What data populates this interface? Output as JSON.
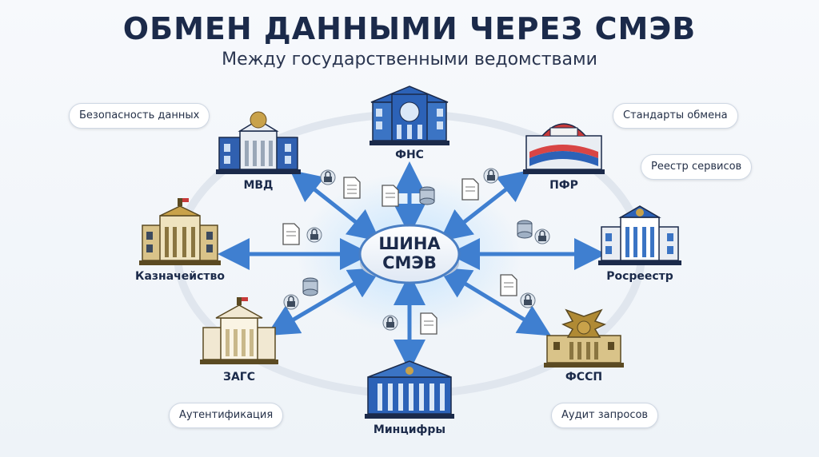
{
  "header": {
    "title": "ОБМЕН ДАННЫМИ ЧЕРЕЗ СМЭВ",
    "subtitle": "Между государственными ведомствами"
  },
  "hub": {
    "line1": "ШИНА",
    "line2": "СМЭВ"
  },
  "agencies": {
    "fns": "ФНС",
    "mvd": "МВД",
    "pfr": "ПФР",
    "treasury": "Казначейство",
    "rosreestr": "Росреестр",
    "zags": "ЗАГС",
    "fssp": "ФССП",
    "mintsifry": "Минцифры"
  },
  "tags": {
    "security": "Безопасность данных",
    "standards": "Стандарты обмена",
    "registry": "Реестр сервисов",
    "auth": "Аутентификация",
    "audit": "Аудит запросов"
  },
  "colors": {
    "navy": "#1b2a4a",
    "blue": "#2c62b7",
    "arrow": "#3f7fd0",
    "gold": "#c9a24a",
    "beige": "#f1e8d2"
  }
}
